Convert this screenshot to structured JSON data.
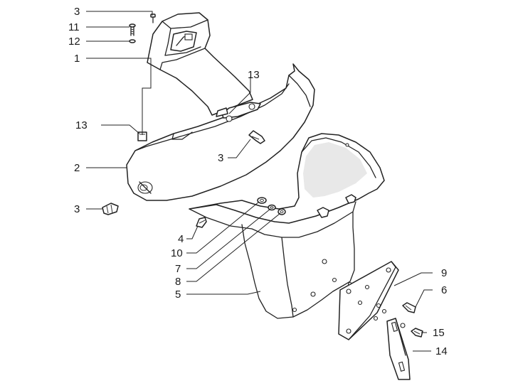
{
  "diagram": {
    "labels": [
      {
        "id": "l3a",
        "text": "3"
      },
      {
        "id": "l11",
        "text": "11"
      },
      {
        "id": "l12",
        "text": "12"
      },
      {
        "id": "l1",
        "text": "1"
      },
      {
        "id": "l13a",
        "text": "13"
      },
      {
        "id": "l13b",
        "text": "13"
      },
      {
        "id": "l3b",
        "text": "3"
      },
      {
        "id": "l2",
        "text": "2"
      },
      {
        "id": "l3c",
        "text": "3"
      },
      {
        "id": "l4",
        "text": "4"
      },
      {
        "id": "l10",
        "text": "10"
      },
      {
        "id": "l7",
        "text": "7"
      },
      {
        "id": "l8",
        "text": "8"
      },
      {
        "id": "l5",
        "text": "5"
      },
      {
        "id": "l9",
        "text": "9"
      },
      {
        "id": "l6",
        "text": "6"
      },
      {
        "id": "l15",
        "text": "15"
      },
      {
        "id": "l14",
        "text": "14"
      }
    ]
  }
}
